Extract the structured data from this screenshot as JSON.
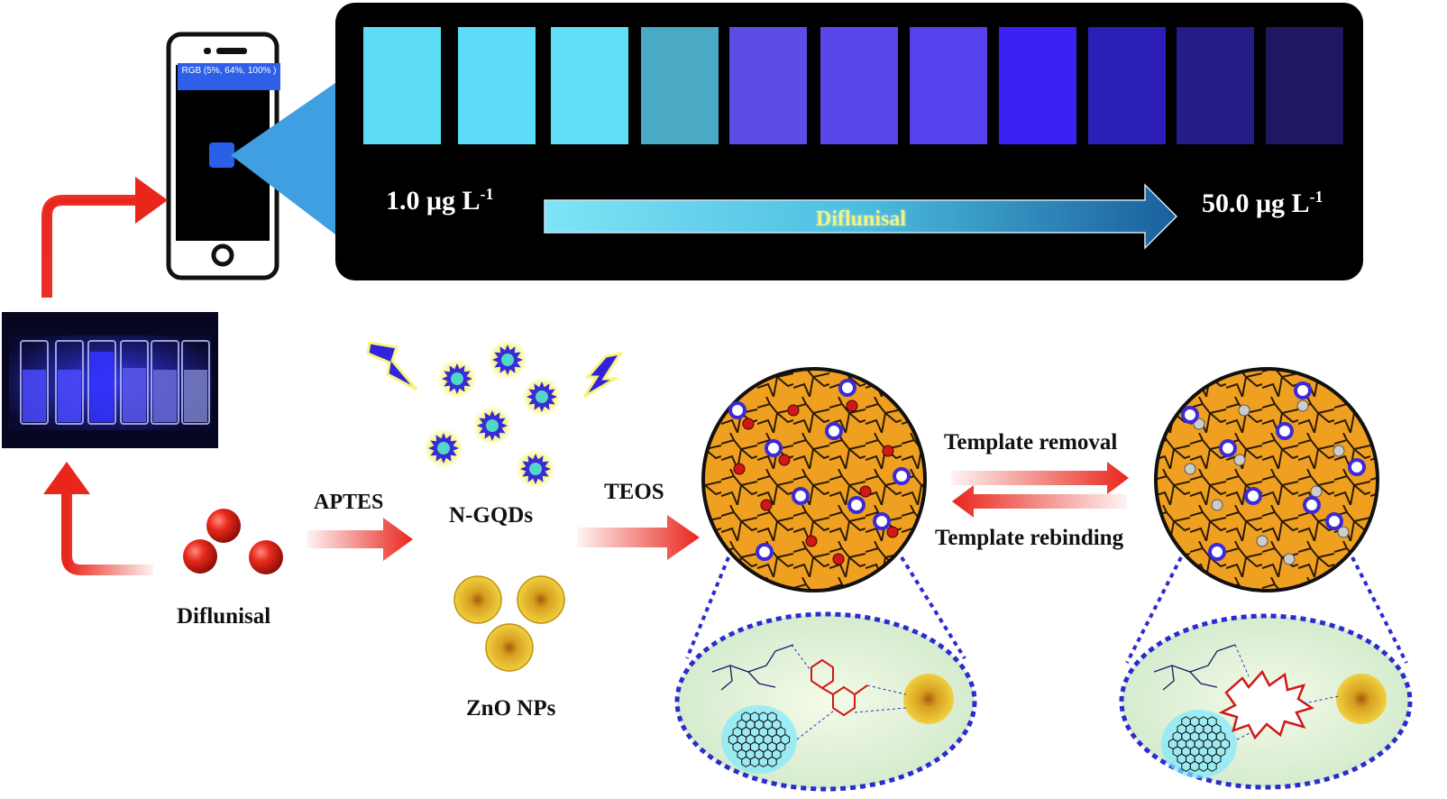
{
  "phone": {
    "readout": "RGB (5%, 64%, 100% )"
  },
  "color_scale": {
    "swatches": [
      "#5ddcf5",
      "#5cdcf7",
      "#5fdff6",
      "#4aa9c5",
      "#5c4de6",
      "#5a47ea",
      "#5641ee",
      "#3b22f2",
      "#2c1fb8",
      "#251c87",
      "#1f1860"
    ],
    "low_label": "1.0 μg L",
    "low_sup": "-1",
    "high_label": "50.0 μg L",
    "high_sup": "-1",
    "arrow_label": "Diflunisal"
  },
  "labels": {
    "aptes": "APTES",
    "ngqds": "N-GQDs",
    "teos": "TEOS",
    "diflunisal": "Diflunisal",
    "zno": "ZnO NPs",
    "template_removal": "Template removal",
    "template_rebinding": "Template rebinding"
  },
  "colors": {
    "panel_bg": "#000000",
    "red_arrow": "#e8261c",
    "cyan_arrow": "#6fd8f0",
    "dotted_blue": "#2b2bd0",
    "particle_orange": "#f0a020"
  }
}
